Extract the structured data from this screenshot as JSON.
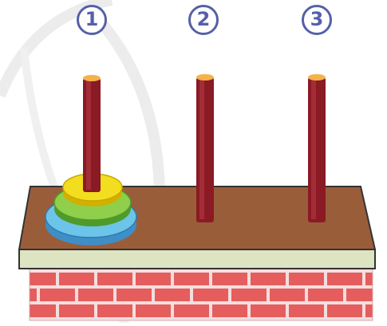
{
  "game": {
    "title": "",
    "pegs": [
      {
        "label": "1",
        "disks": [
          "blue",
          "green",
          "yellow"
        ]
      },
      {
        "label": "2",
        "disks": []
      },
      {
        "label": "3",
        "disks": []
      }
    ],
    "colors": {
      "label_circle": "#5560a8",
      "peg": "#8a1a24",
      "peg_top": "#f4b24a",
      "board_top": "#9a5d3a",
      "board_front": "#dde4c2",
      "brick": "#e55d5d",
      "mortar": "#f4dede",
      "disk_blue": "#6cc4e8",
      "disk_green": "#8fcf4b",
      "disk_yellow": "#f2dd1e"
    }
  }
}
